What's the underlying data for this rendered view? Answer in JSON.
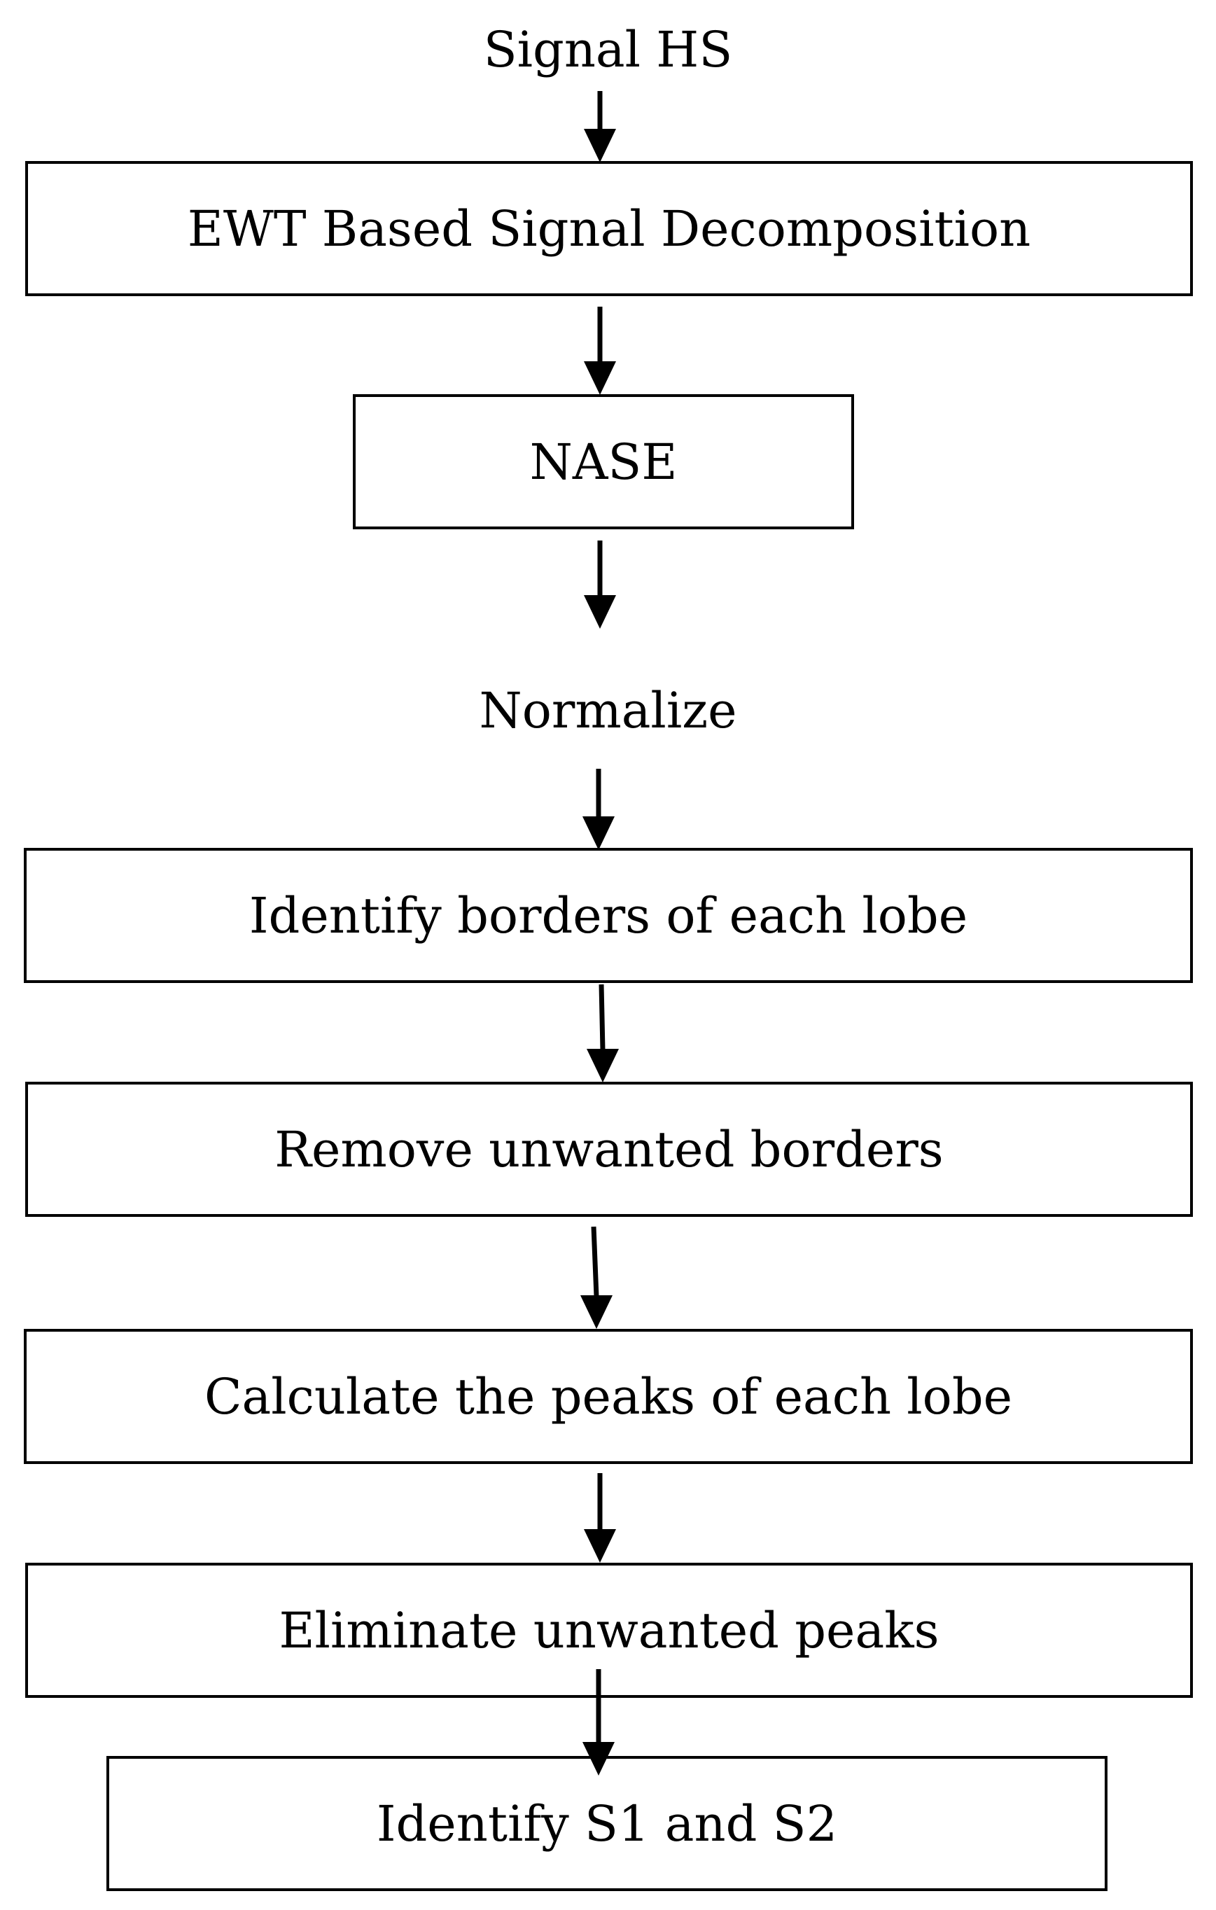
{
  "flowchart": {
    "input_label": "Signal HS",
    "steps": {
      "ewt": "EWT Based Signal Decomposition",
      "nase": "NASE",
      "normalize": "Normalize",
      "identify_borders": "Identify borders of each lobe",
      "remove_borders": "Remove unwanted borders",
      "calculate_peaks": "Calculate the peaks of each lobe",
      "eliminate_peaks": "Eliminate unwanted peaks",
      "identify_s1_s2": "Identify S1 and S2"
    }
  }
}
